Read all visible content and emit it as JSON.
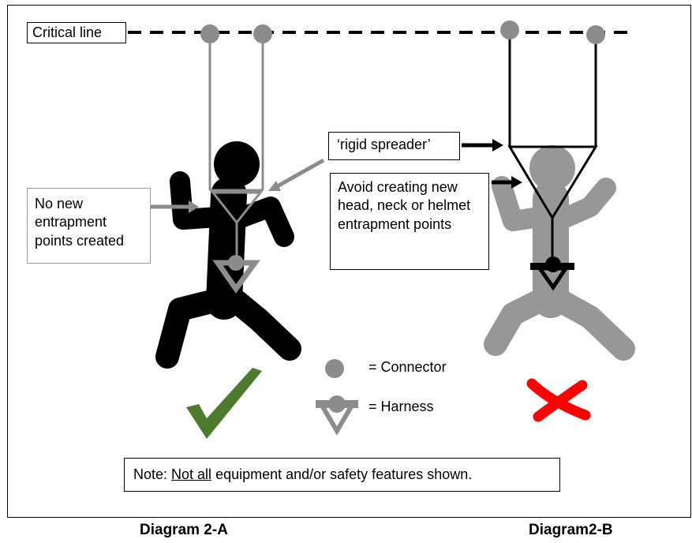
{
  "labels": {
    "critical_line": "Critical line",
    "rigid_spreader": "‘rigid spreader’",
    "avoid_creating": "Avoid creating new head, neck or helmet entrapment points",
    "no_new_entrapment": "No new entrapment points created"
  },
  "legend": {
    "connector": "= Connector",
    "harness": "= Harness"
  },
  "note": {
    "prefix": "Note: ",
    "underlined": "Not all",
    "rest": " equipment and/or safety features shown."
  },
  "captions": {
    "left": "Diagram 2-A",
    "right": "Diagram2-B"
  },
  "colors": {
    "figure_a": "#000000",
    "figure_b": "#8c8c8c",
    "rigging_a": "#8c8c8c",
    "rigging_b": "#000000",
    "check": "#4e7a2e",
    "cross": "#ff0000"
  },
  "icons": {
    "approved": "check-mark-icon",
    "rejected": "cross-mark-icon"
  }
}
